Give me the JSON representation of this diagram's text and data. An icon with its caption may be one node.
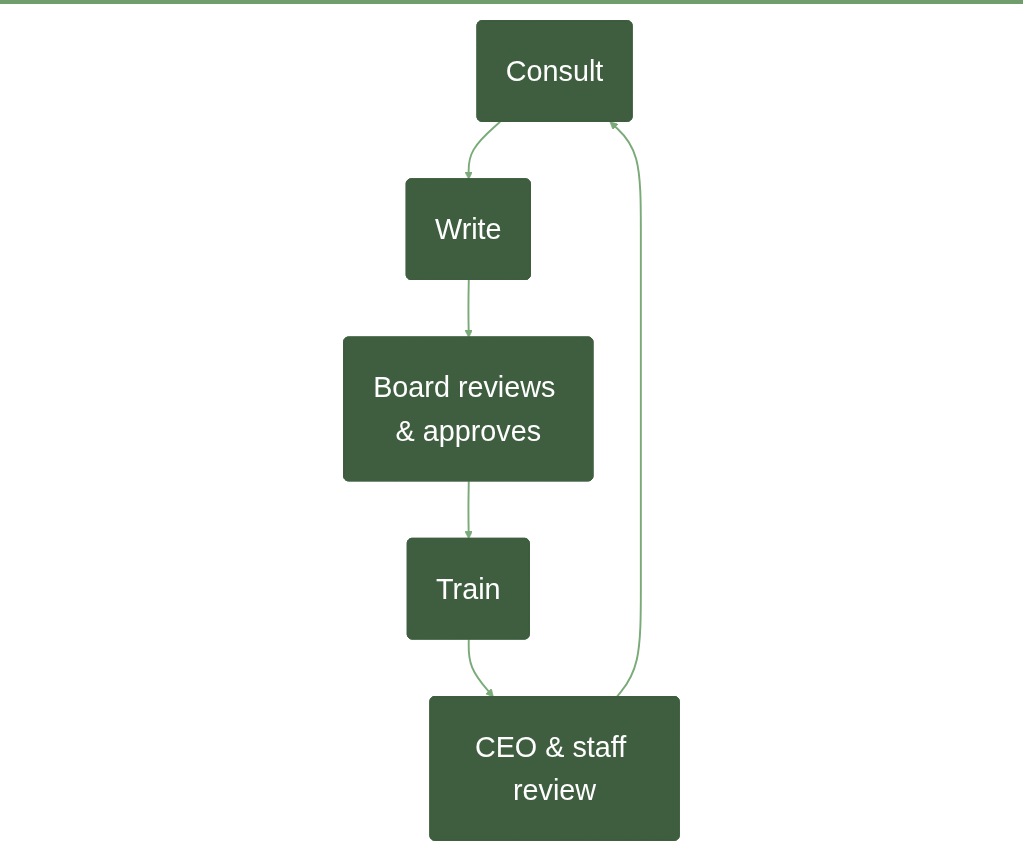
{
  "diagram": {
    "nodes": [
      {
        "text": [
          "Consult"
        ]
      },
      {
        "text": [
          "Write"
        ]
      },
      {
        "text": [
          "Board reviews & approves"
        ]
      },
      {
        "text": [
          "Train"
        ]
      },
      {
        "text": [
          "CEO & staff review"
        ]
      }
    ],
    "edges": [
      {
        "from": 0,
        "to": 1,
        "arrow": "to"
      },
      {
        "from": 1,
        "to": 2,
        "arrow": "to"
      },
      {
        "from": 2,
        "to": 3,
        "arrow": "to"
      },
      {
        "from": 3,
        "to": 4,
        "arrow": "to"
      },
      {
        "from": 4,
        "to": 0,
        "arrow": "to"
      }
    ]
  }
}
